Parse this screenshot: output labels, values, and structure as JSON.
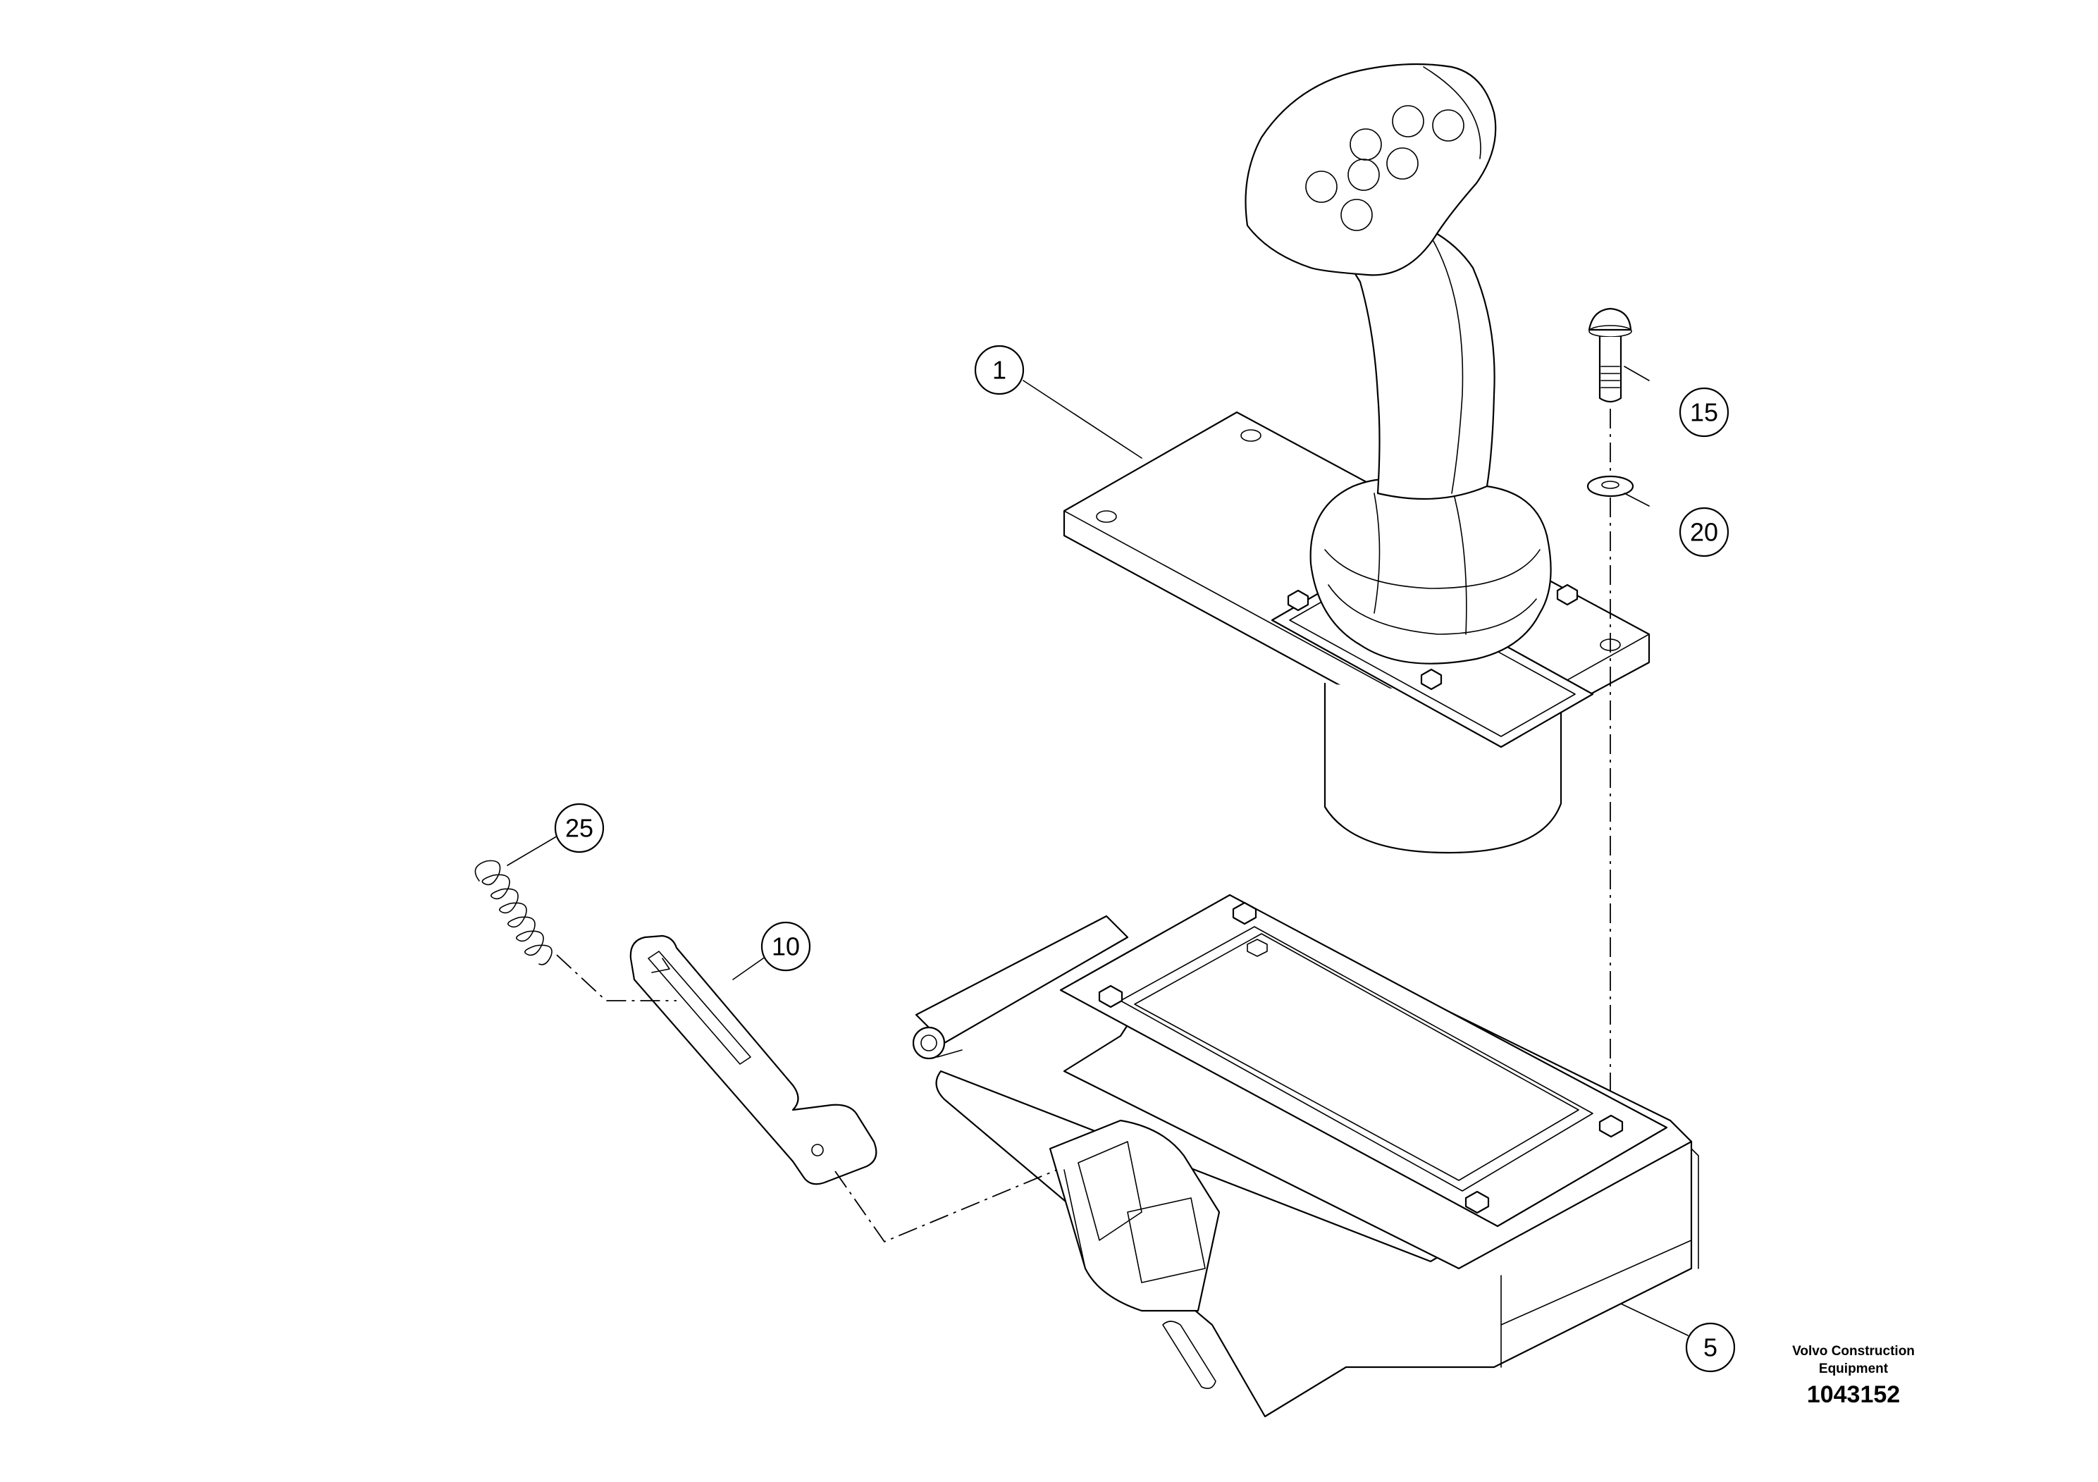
{
  "diagram": {
    "callouts": [
      {
        "id": "1",
        "label": "1"
      },
      {
        "id": "5",
        "label": "5"
      },
      {
        "id": "10",
        "label": "10"
      },
      {
        "id": "15",
        "label": "15"
      },
      {
        "id": "20",
        "label": "20"
      },
      {
        "id": "25",
        "label": "25"
      }
    ],
    "brand_line1": "Volvo Construction",
    "brand_line2": "Equipment",
    "drawing_number": "1043152"
  }
}
